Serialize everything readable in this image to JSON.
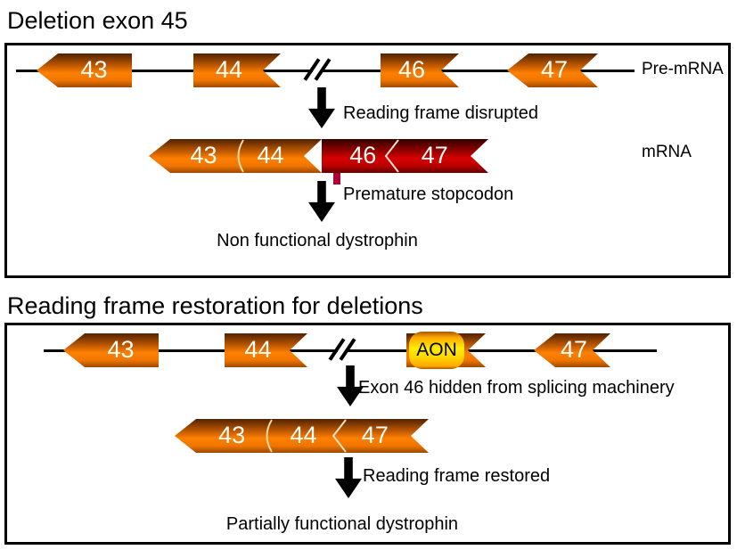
{
  "colors": {
    "exon_orange": "#FF8000",
    "exon_orange_dark": "#4F2300",
    "exon_orange_deep": "#9C4A00",
    "exon_red": "#D80000",
    "exon_red_dark": "#300000",
    "exon_red_deep": "#600000",
    "aon_yellow": "#FFEE00",
    "aon_orange": "#FFA800",
    "stop_marker": "#AA0033",
    "line": "#000000"
  },
  "panel1": {
    "title": "Deletion exon 45",
    "premrna": {
      "e43": "43",
      "e44": "44",
      "e46": "46",
      "e47": "47",
      "label": "Pre-mRNA"
    },
    "step1": "Reading frame disrupted",
    "mrna": {
      "e43": "43",
      "e44": "44",
      "e46": "46",
      "e47": "47",
      "label": "mRNA"
    },
    "step2": "Premature stopcodon",
    "result": "Non functional dystrophin"
  },
  "panel2": {
    "title": "Reading frame restoration for deletions",
    "premrna": {
      "e43": "43",
      "e44": "44",
      "aon": "AON",
      "e47": "47"
    },
    "step1": "Exon 46 hidden from splicing machinery",
    "mrna": {
      "e43": "43",
      "e44": "44",
      "e47": "47"
    },
    "step2": "Reading frame restored",
    "result": "Partially functional dystrophin"
  }
}
